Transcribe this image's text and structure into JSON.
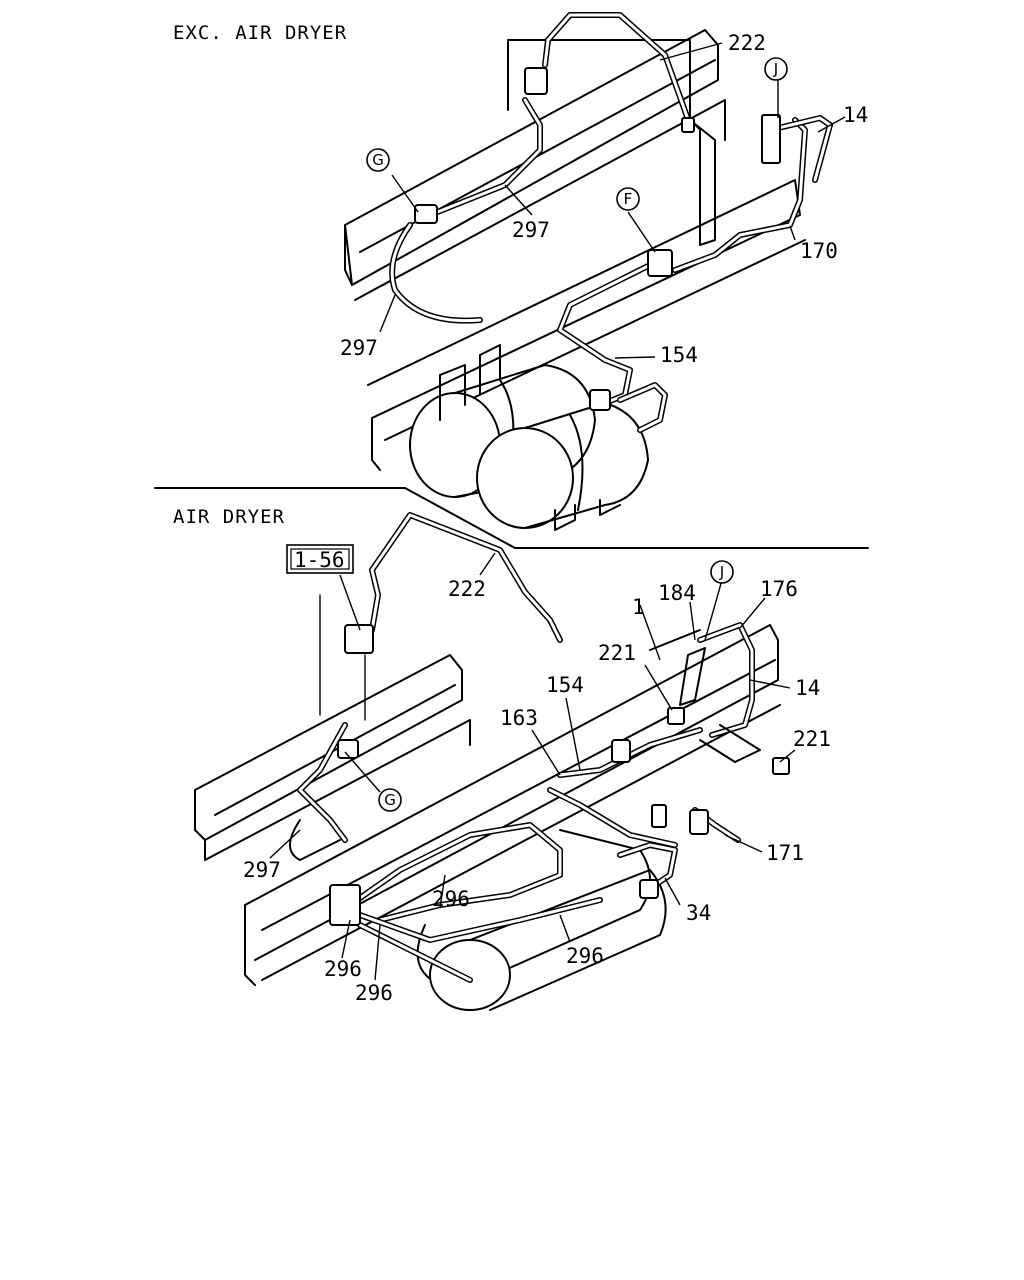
{
  "sections": {
    "upper_title": "EXC. AIR DRYER",
    "lower_title": "AIR DRYER"
  },
  "reference_box": "1-56",
  "upper_labels": {
    "l222": "222",
    "l14": "14",
    "l297a": "297",
    "l297b": "297",
    "l170": "170",
    "l154": "154"
  },
  "upper_refs": {
    "g": "G",
    "f": "F",
    "j": "J"
  },
  "lower_labels": {
    "l222": "222",
    "l1": "1",
    "l184": "184",
    "l176": "176",
    "l221a": "221",
    "l154": "154",
    "l14": "14",
    "l163": "163",
    "l221b": "221",
    "l171": "171",
    "l297": "297",
    "l296a": "296",
    "l34": "34",
    "l296b": "296",
    "l296c": "296",
    "l296d": "296"
  },
  "lower_refs": {
    "j": "J",
    "g": "G"
  }
}
